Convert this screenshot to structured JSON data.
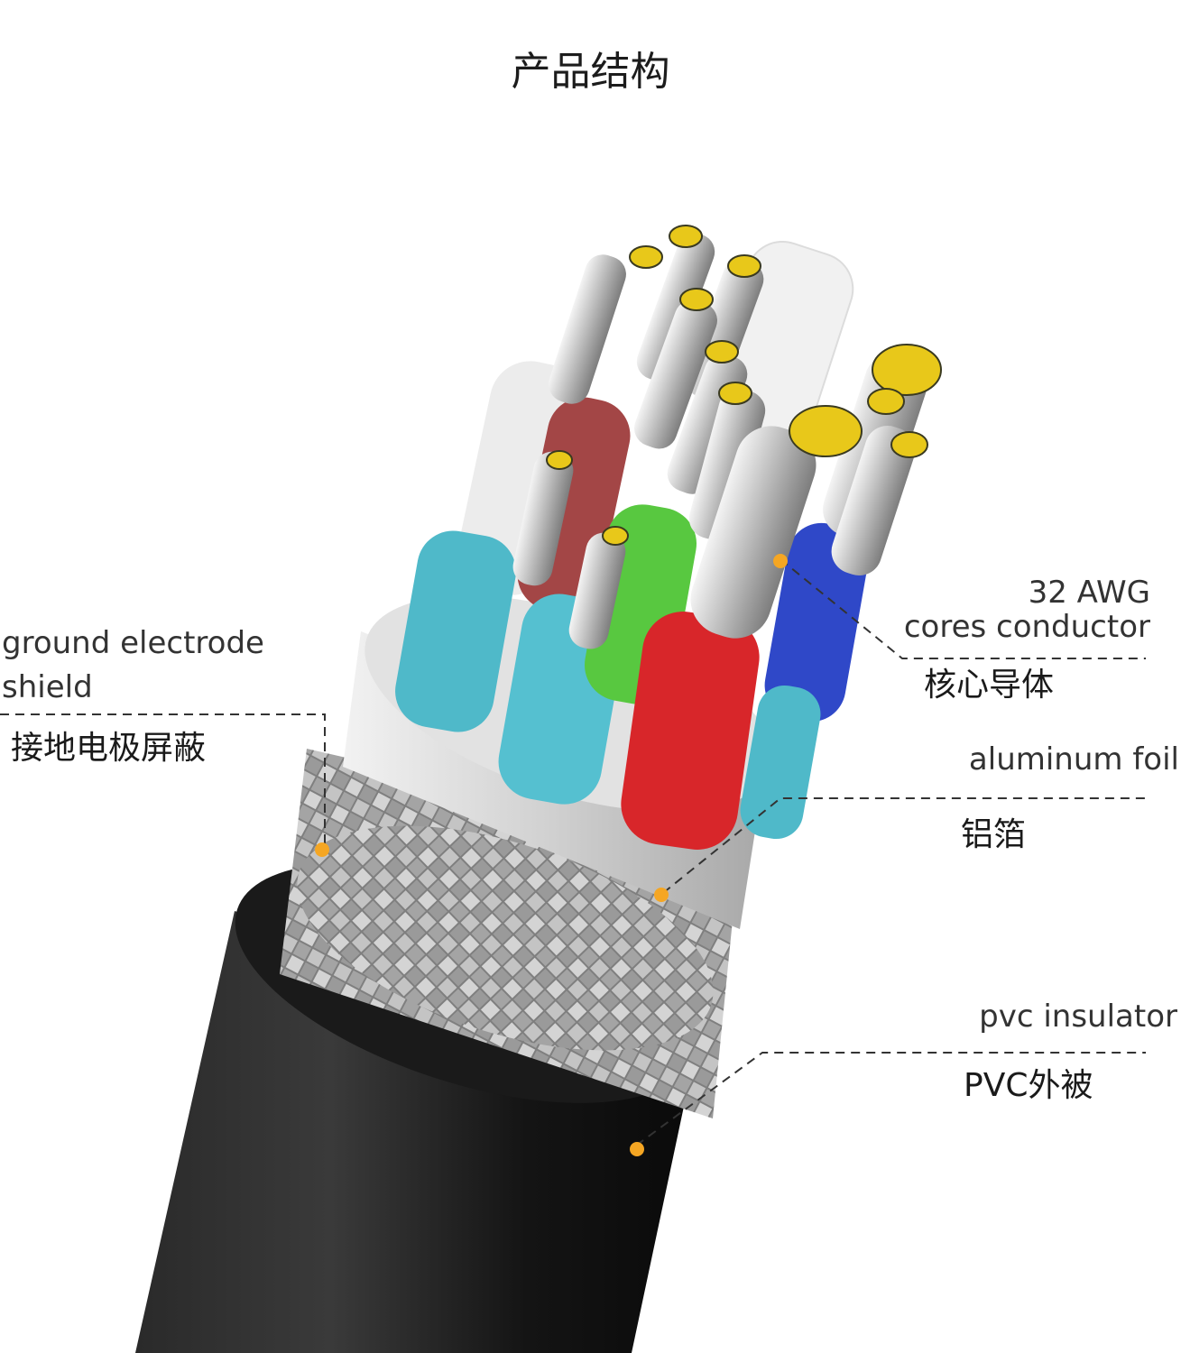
{
  "title": "产品结构",
  "labels": {
    "ground_shield": {
      "en_line1": "ground electrode",
      "en_line2": "shield",
      "zh": "接地电极屏蔽"
    },
    "core_conductor": {
      "en_line1": "32 AWG",
      "en_line2": "cores conductor",
      "zh": "核心导体"
    },
    "aluminum_foil": {
      "en": "aluminum foil",
      "zh": "铝箔"
    },
    "pvc_insulator": {
      "en": "pvc insulator",
      "zh": "PVC外被"
    }
  },
  "colors": {
    "marker": "#f5a623",
    "leader_line": "#333333",
    "jacket": "#1e1e1e",
    "braid": "#a9a9a9",
    "foil": "#d9d9d9",
    "wire_cyan": "#4fb9c9",
    "wire_red": "#d62a2a",
    "wire_green": "#55c63e",
    "wire_blue": "#2f48c8",
    "wire_white": "#eeeeee",
    "wire_darkred": "#9c3c3c"
  }
}
